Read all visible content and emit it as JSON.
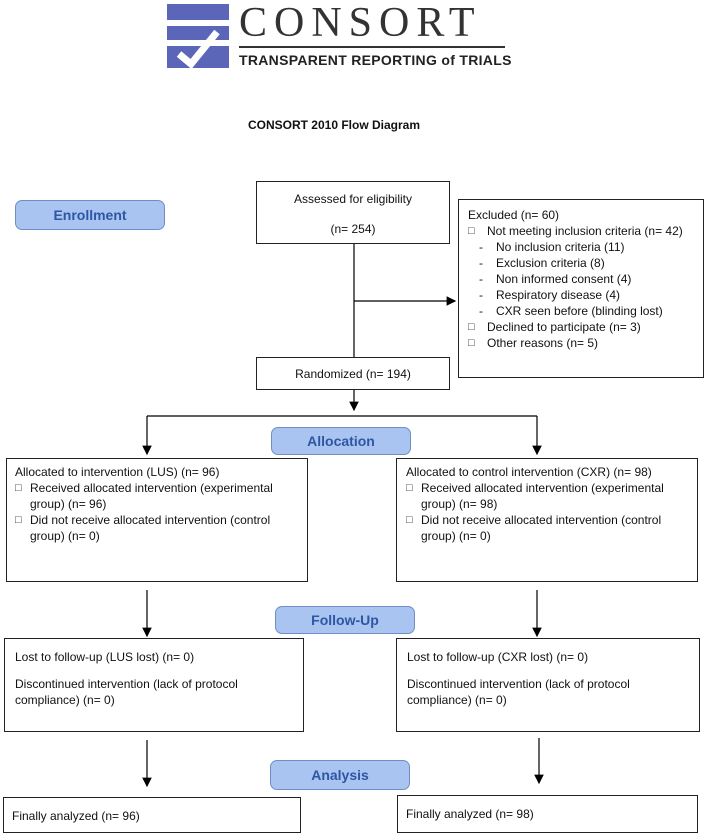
{
  "logo": {
    "word": "CONSORT",
    "tagline": "TRANSPARENT REPORTING of TRIALS"
  },
  "title": "CONSORT 2010 Flow Diagram",
  "stages": {
    "enrollment": "Enrollment",
    "allocation": "Allocation",
    "follow_up": "Follow-Up",
    "analysis": "Analysis"
  },
  "assessed": {
    "label": "Assessed for eligibility",
    "n": "(n= 254)"
  },
  "excluded": {
    "header": "Excluded (n= 60)",
    "bullet_glyph": "□",
    "dash_glyph": "-",
    "not_meeting": "Not meeting inclusion criteria (n= 42)",
    "sub_items": [
      "No inclusion criteria (11)",
      "Exclusion criteria (8)",
      "Non informed consent (4)",
      "Respiratory disease (4)",
      "CXR seen before (blinding lost)"
    ],
    "declined": "Declined to participate (n= 3)",
    "other": "Other reasons (n= 5)"
  },
  "randomized": "Randomized (n= 194)",
  "left": {
    "alloc_title": "Allocated to intervention (LUS) (n= 96)",
    "alloc_received": "Received allocated intervention (experimental group) (n= 96)",
    "alloc_not_received": "Did not receive allocated intervention (control group) (n= 0)",
    "lost": "Lost to follow-up (LUS  lost) (n= 0)",
    "discontinued": "Discontinued intervention (lack of protocol compliance) (n= 0)",
    "analyzed": "Finally analyzed (n= 96)"
  },
  "right": {
    "alloc_title": "Allocated to control intervention (CXR) (n= 98)",
    "alloc_received": "Received allocated intervention (experimental group) (n= 98)",
    "alloc_not_received": "Did not receive allocated intervention (control group) (n= 0)",
    "lost": "Lost to follow-up (CXR lost) (n= 0)",
    "discontinued": "Discontinued intervention (lack of protocol compliance) (n= 0)",
    "analyzed": "Finally analyzed (n= 98)"
  },
  "colors": {
    "logo_blue": "#5b66b8",
    "stage_fill": "#a9c4f0",
    "stage_text": "#2f56a3"
  }
}
